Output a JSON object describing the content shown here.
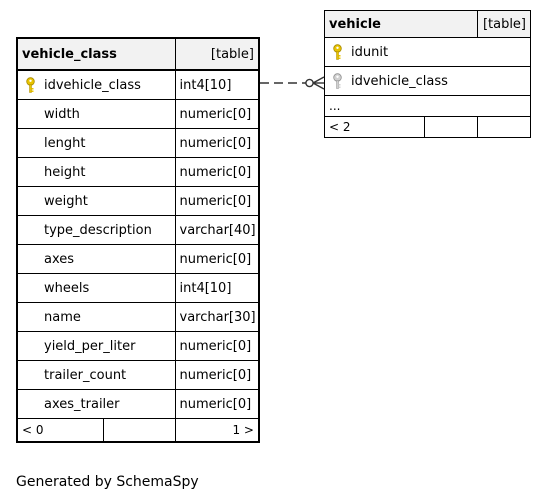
{
  "footer": "Generated by SchemaSpy",
  "colors": {
    "border": "#000000",
    "header_bg": "#f2f2f2",
    "pk_key": "#e8c300",
    "fk_key": "#b0b0b0",
    "connector": "#333333"
  },
  "vehicle_class": {
    "name": "vehicle_class",
    "kind": "[table]",
    "columns": [
      {
        "name": "idvehicle_class",
        "type": "int4[10]",
        "key": "primary-key-icon"
      },
      {
        "name": "width",
        "type": "numeric[0]"
      },
      {
        "name": "lenght",
        "type": "numeric[0]"
      },
      {
        "name": "height",
        "type": "numeric[0]"
      },
      {
        "name": "weight",
        "type": "numeric[0]"
      },
      {
        "name": "type_description",
        "type": "varchar[40]"
      },
      {
        "name": "axes",
        "type": "numeric[0]"
      },
      {
        "name": "wheels",
        "type": "int4[10]"
      },
      {
        "name": "name",
        "type": "varchar[30]"
      },
      {
        "name": "yield_per_liter",
        "type": "numeric[0]"
      },
      {
        "name": "trailer_count",
        "type": "numeric[0]"
      },
      {
        "name": "axes_trailer",
        "type": "numeric[0]"
      }
    ],
    "parents": "< 0",
    "children": "1 >"
  },
  "vehicle": {
    "name": "vehicle",
    "kind": "[table]",
    "columns": [
      {
        "name": "idunit",
        "key": "primary-key-icon"
      },
      {
        "name": "idvehicle_class",
        "key": "foreign-key-icon"
      }
    ],
    "more": "...",
    "parents": "< 2"
  }
}
